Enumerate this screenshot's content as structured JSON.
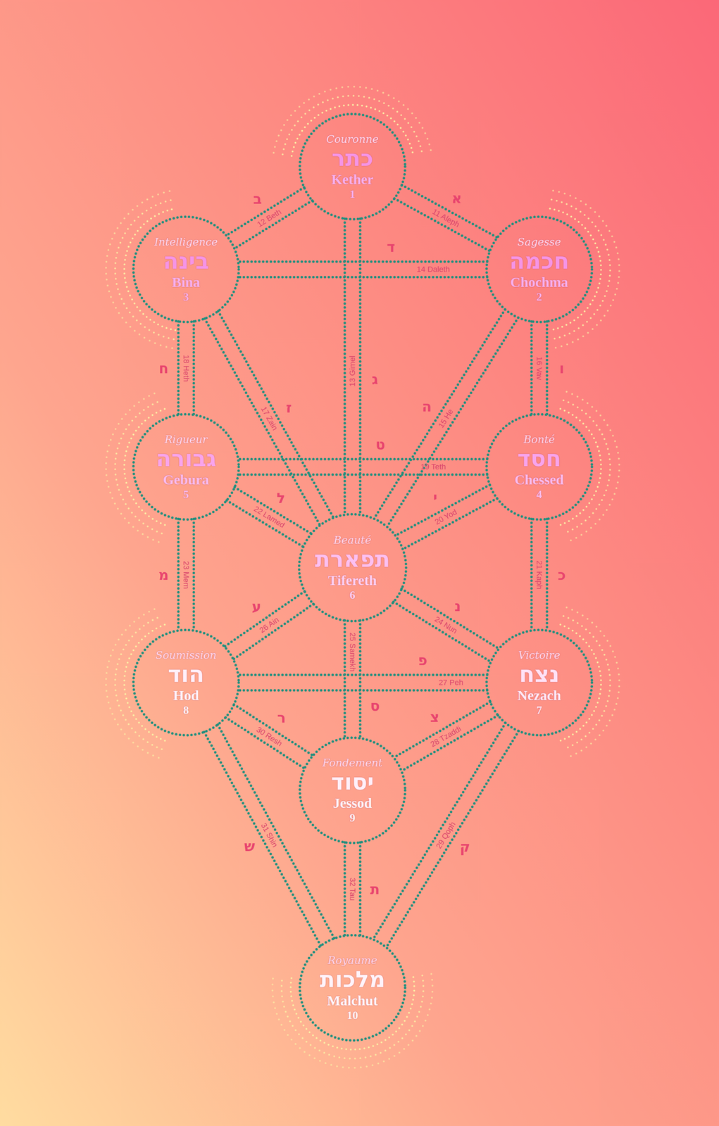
{
  "diagram": {
    "nodes": [
      {
        "text": [
          "Couronne",
          "כתר",
          "Kether",
          "1"
        ]
      },
      {
        "text": [
          "Sagesse",
          "חכמה",
          "Chochma",
          "2"
        ]
      },
      {
        "text": [
          "Intelligence",
          "בינה",
          "Bina",
          "3"
        ]
      },
      {
        "text": [
          "Bonté",
          "חסד",
          "Chessed",
          "4"
        ]
      },
      {
        "text": [
          "Rigueur",
          "גבורה",
          "Gebura",
          "5"
        ]
      },
      {
        "text": [
          "Beauté",
          "תפארת",
          "Tifereth",
          "6"
        ]
      },
      {
        "text": [
          "Victoire",
          "נצח",
          "Nezach",
          "7"
        ]
      },
      {
        "text": [
          "Soumission",
          "הוד",
          "Hod",
          "8"
        ]
      },
      {
        "text": [
          "Fondement",
          "יסוד",
          "Jessod",
          "9"
        ]
      },
      {
        "text": [
          "Royaume",
          "מלכות",
          "Malchut",
          "10"
        ]
      }
    ],
    "edges": [
      {
        "from": 0,
        "to": 1,
        "arrow": "none",
        "label": "11 Aleph"
      },
      {
        "from": 0,
        "to": 2,
        "arrow": "none",
        "label": "12 Beth"
      },
      {
        "from": 0,
        "to": 5,
        "arrow": "none",
        "label": "13 Gimel"
      },
      {
        "from": 1,
        "to": 2,
        "arrow": "none",
        "label": "14 Daleth"
      },
      {
        "from": 1,
        "to": 5,
        "arrow": "none",
        "label": "15 He"
      },
      {
        "from": 1,
        "to": 3,
        "arrow": "none",
        "label": "16 Vav"
      },
      {
        "from": 2,
        "to": 5,
        "arrow": "none",
        "label": "17 Zain"
      },
      {
        "from": 2,
        "to": 4,
        "arrow": "none",
        "label": "18 Heth"
      },
      {
        "from": 3,
        "to": 4,
        "arrow": "none",
        "label": "19 Teth"
      },
      {
        "from": 3,
        "to": 5,
        "arrow": "none",
        "label": "20 Yod"
      },
      {
        "from": 3,
        "to": 6,
        "arrow": "none",
        "label": "21 Kaph"
      },
      {
        "from": 4,
        "to": 5,
        "arrow": "none",
        "label": "22 Lamed"
      },
      {
        "from": 4,
        "to": 7,
        "arrow": "none",
        "label": "23 Mem"
      },
      {
        "from": 5,
        "to": 6,
        "arrow": "none",
        "label": "24 Nun"
      },
      {
        "from": 5,
        "to": 8,
        "arrow": "none",
        "label": "25 Samekh"
      },
      {
        "from": 5,
        "to": 7,
        "arrow": "none",
        "label": "26 Ain"
      },
      {
        "from": 6,
        "to": 7,
        "arrow": "none",
        "label": "27 Peh"
      },
      {
        "from": 6,
        "to": 8,
        "arrow": "none",
        "label": "28 Tzaddi"
      },
      {
        "from": 6,
        "to": 9,
        "arrow": "none",
        "label": "29 Qoph"
      },
      {
        "from": 7,
        "to": 8,
        "arrow": "none",
        "label": "30 Resh"
      },
      {
        "from": 7,
        "to": 9,
        "arrow": "none",
        "label": "31 Shin"
      },
      {
        "from": 8,
        "to": 9,
        "arrow": "none",
        "label": "32 Tau"
      }
    ],
    "labels": [
      "א",
      "ב",
      "ג",
      "ד",
      "ה",
      "ו",
      "ז",
      "ח",
      "ט",
      "י",
      "כ",
      "ל",
      "מ",
      "נ",
      "ס",
      "ע",
      "פ",
      "צ",
      "ק",
      "ר",
      "ש",
      "ת"
    ]
  }
}
